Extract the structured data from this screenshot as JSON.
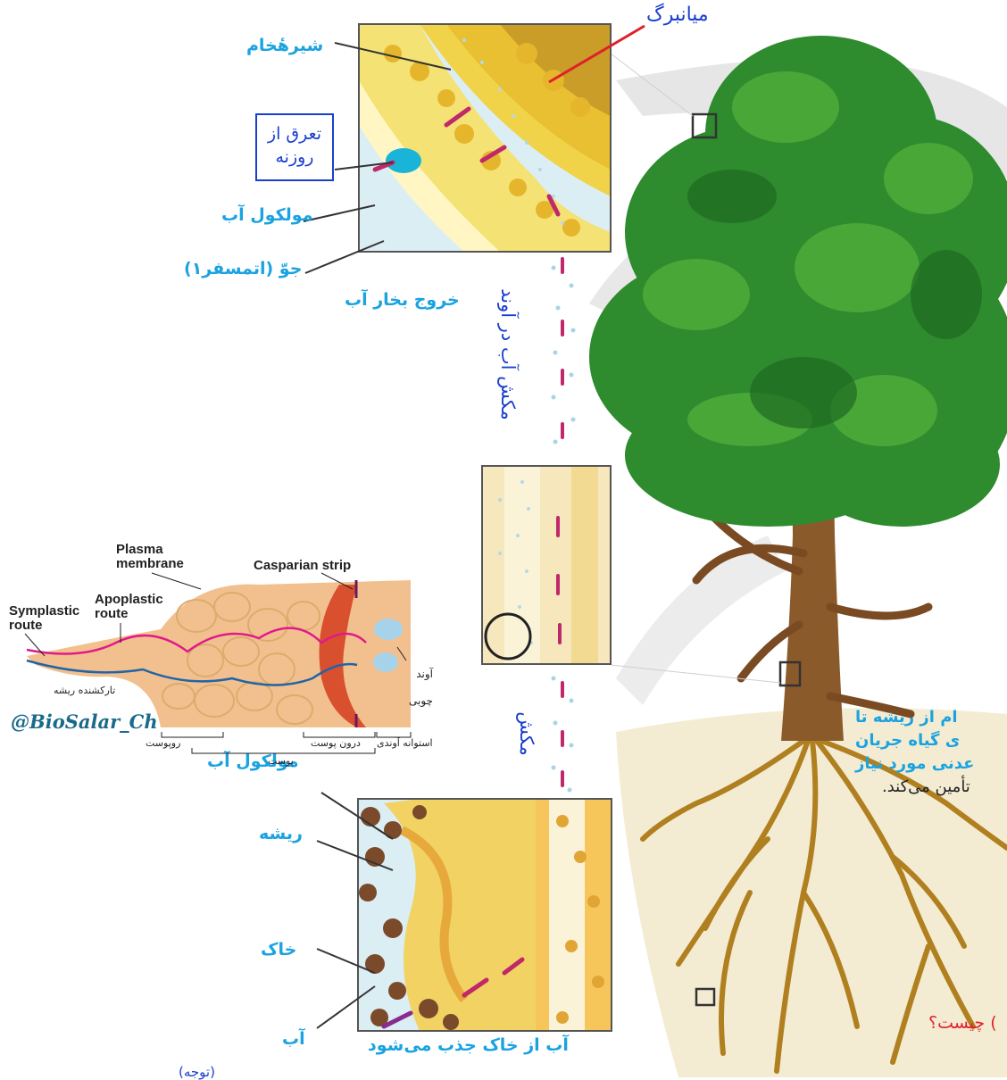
{
  "top_labels": {
    "mesophyll": "میانبرگ",
    "raw_sap": "شیرهٔخام",
    "stomatal_transpiration": "تعرق از\nروزنه",
    "water_molecule": "مولکول آب",
    "atmosphere": "جوّ (اتمسفر۱)",
    "water_vapor_exit": "خروج بخار آب"
  },
  "vertical_labels": {
    "xylem_pull": "مکش آب در آوند",
    "pull": "مکش"
  },
  "bottom_labels": {
    "water_molecule": "مولکول آب",
    "root": "ریشه",
    "soil": "خاک",
    "water": "آب",
    "absorbed": "آب از خاک جذب می‌شود",
    "cut_bottom": "(توجه)"
  },
  "inset": {
    "plasma_membrane": "Plasma\nmembrane",
    "casparian_strip": "Casparian strip",
    "symplastic_route": "Symplastic\nroute",
    "apoplastic_route": "Apoplastic\nroute",
    "root_hair": "تارکشنده ریشه",
    "xylem_vessel": "آوند\nچوبی",
    "watermark": "@BioSalar_Ch",
    "epidermis": "روپوست",
    "endodermis": "درون پوست",
    "vascular_cylinder": "استوانه آوندی",
    "cortex": "پوست"
  },
  "side_text": {
    "line1": "ام از ریشه تا",
    "line2": "ی گیاه جریان",
    "line3": "عدنی مورد نیاز",
    "line4": "تأمین می‌کند.",
    "question": ") چیست؟"
  },
  "colors": {
    "label_blue": "#1aa3e0",
    "dark_blue": "#1a3fcf",
    "red": "#e0202a"
  }
}
